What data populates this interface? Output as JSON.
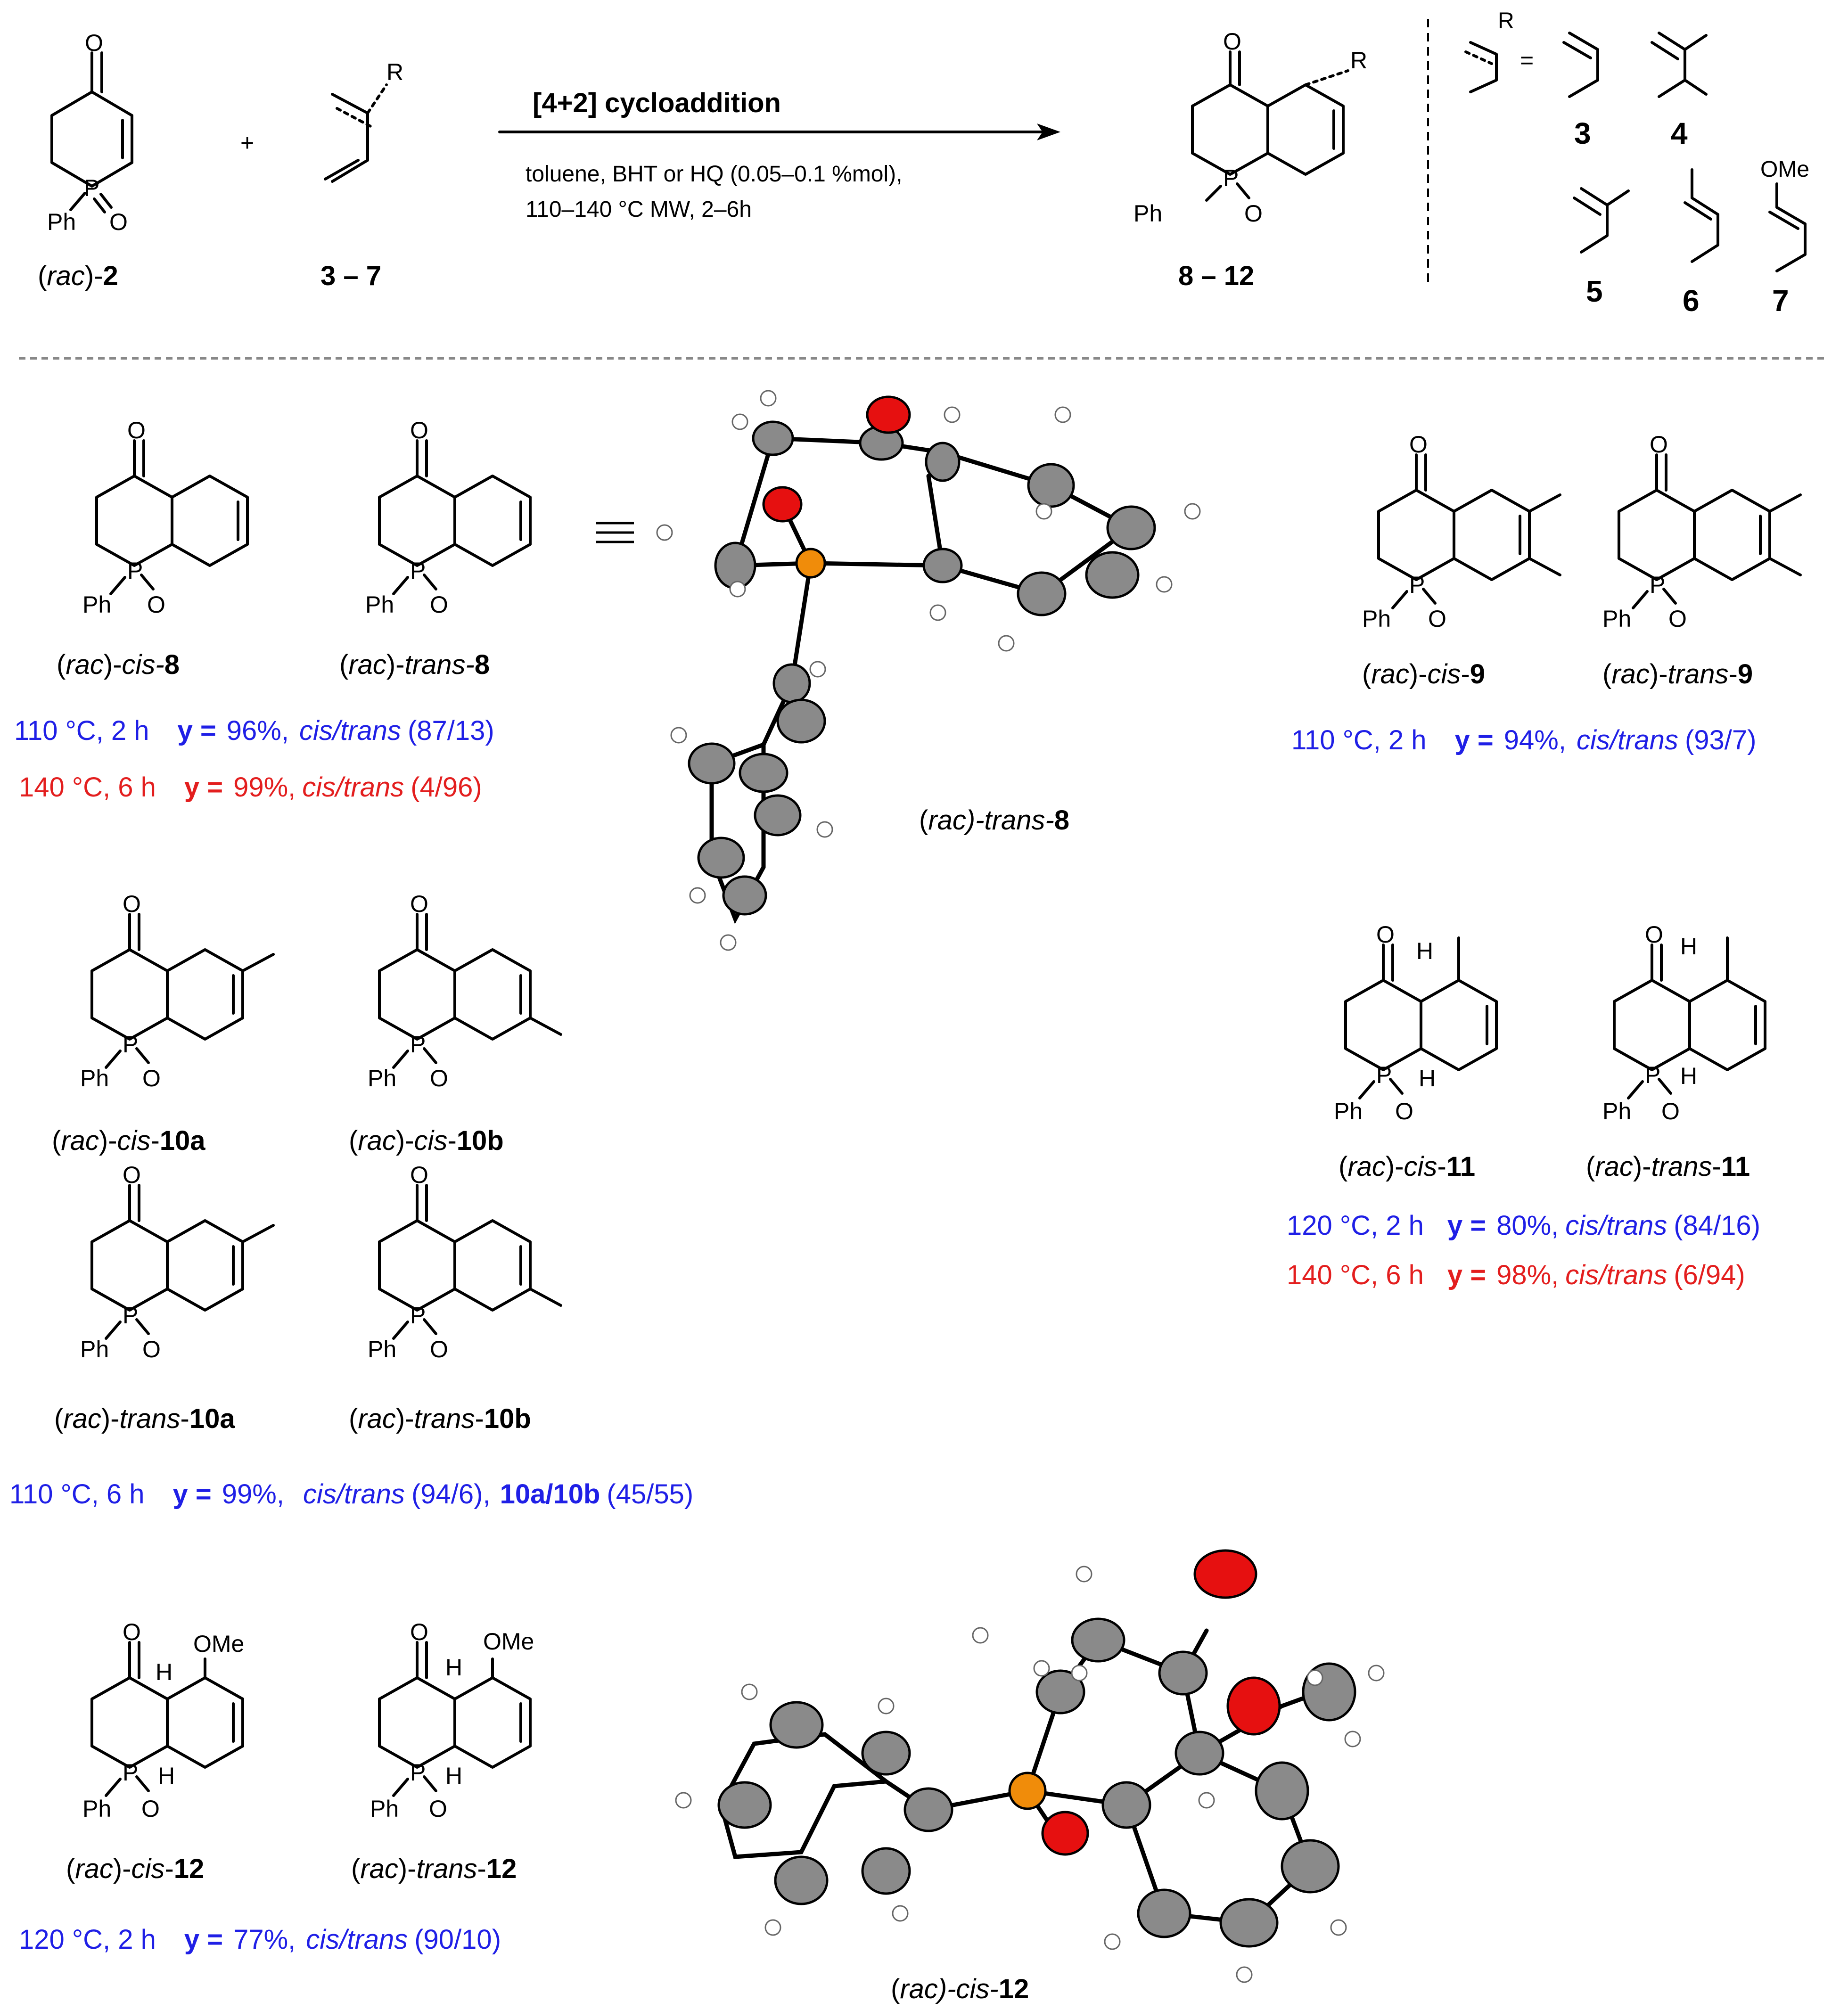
{
  "reaction": {
    "title": "[4+2] cycloaddition",
    "conditions_line1": "toluene, BHT or HQ (0.05–0.1 %mol),",
    "conditions_line2": "110–140 °C MW, 2–6h",
    "plus": "+",
    "equals": "="
  },
  "atoms": {
    "O": "O",
    "Ph": "Ph",
    "P": "P",
    "R": "R",
    "H": "H",
    "OMe": "OMe"
  },
  "compounds": {
    "sm2": {
      "prefix": "rac",
      "num": "2"
    },
    "dienes_range": {
      "a": "3",
      "dash": "–",
      "b": "7"
    },
    "product_range": {
      "a": "8",
      "dash": "–",
      "b": "12"
    },
    "dienes": [
      "3",
      "4",
      "5",
      "6",
      "7"
    ],
    "c8": {
      "cis": "cis-",
      "trans": "trans-",
      "num": "8"
    },
    "c9": {
      "num": "9"
    },
    "c10a": {
      "num": "10a"
    },
    "c10b": {
      "num": "10b"
    },
    "c11": {
      "num": "11"
    },
    "c12": {
      "num": "12"
    }
  },
  "results": {
    "r8_1": {
      "temp": "110 °C, 2 h",
      "yield": "96%,",
      "ratio": "(87/13)"
    },
    "r8_2": {
      "temp": "140 °C, 6 h",
      "yield": "99%,",
      "ratio": "(4/96)"
    },
    "r9": {
      "temp": "110 °C, 2 h",
      "yield": "94%,",
      "ratio": "(93/7)"
    },
    "r10": {
      "temp": "110 °C, 6 h",
      "yield": "99%,",
      "ratio": "(94/6),",
      "iso_label": "10a/10b",
      "iso_ratio": "(45/55)"
    },
    "r11_1": {
      "temp": "120 °C,  2 h",
      "yield": "80%,",
      "ratio": "(84/16)"
    },
    "r11_2": {
      "temp": "140 °C,   6 h",
      "yield": "98%,",
      "ratio": "(6/94)"
    },
    "r12": {
      "temp": "120 °C, 2 h",
      "yield": "77%,",
      "ratio": "(90/10)"
    },
    "y_label": "y =",
    "cis_trans": "cis/trans"
  },
  "crystal": {
    "label_pre": "(rac)-",
    "t8": {
      "stereo": "trans-",
      "num": "8"
    },
    "c12": {
      "stereo": "cis-",
      "num": "12"
    }
  },
  "colors": {
    "blue": "#1f1fe6",
    "red": "#e31e1e",
    "carbon": "#8a8a8a",
    "oxygen": "#e61010",
    "phosphorus": "#f08c0a"
  }
}
